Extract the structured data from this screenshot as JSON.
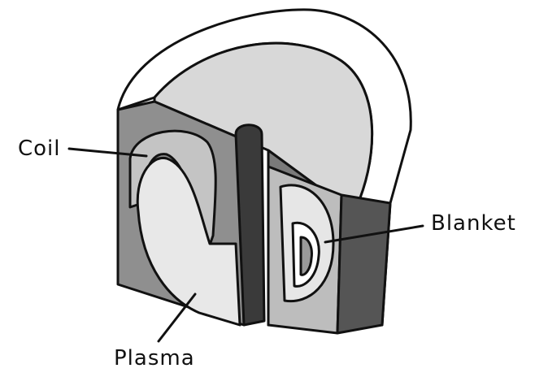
{
  "labels": {
    "coil": "Coil",
    "blanket": "Blanket",
    "plasma": "Plasma"
  },
  "colors": {
    "outline": "#111111",
    "dark_shade": "#6b6b6b",
    "mid_shade": "#9e9e9e",
    "light_shade": "#cfcfcf",
    "paper": "#ffffff"
  }
}
